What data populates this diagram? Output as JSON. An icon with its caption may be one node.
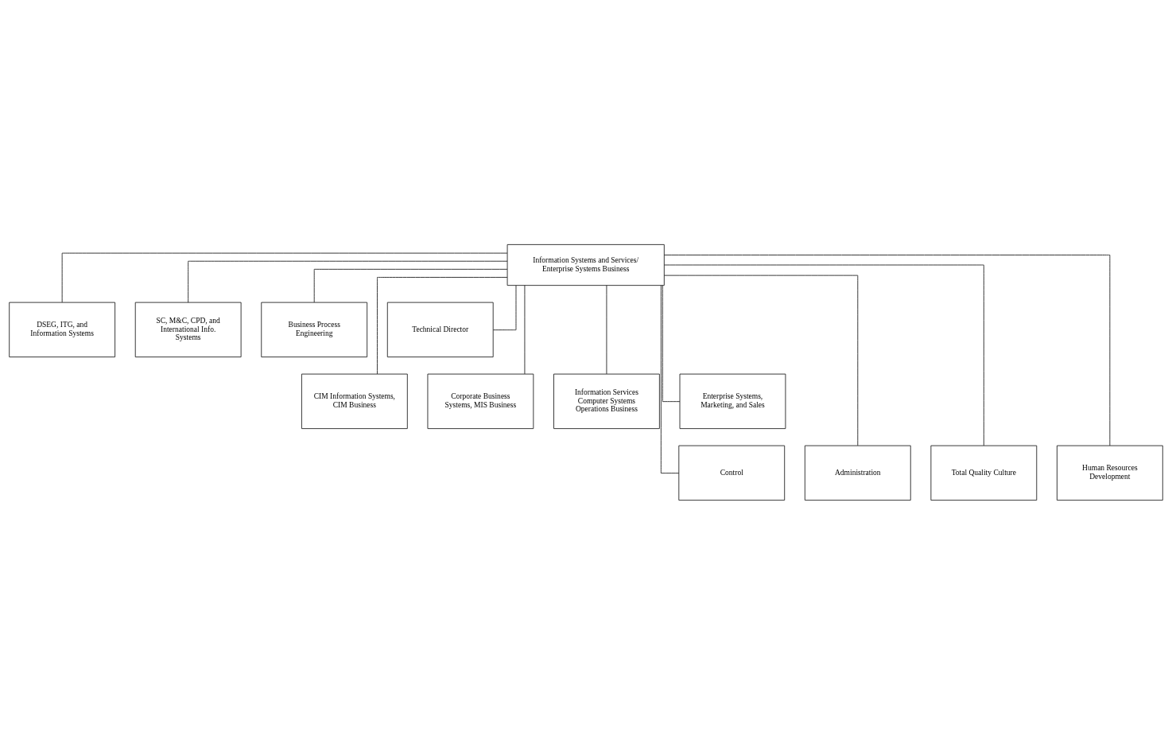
{
  "diagram": {
    "nodes": [
      {
        "text": [
          "Information Systems and Services/ Enterprise Systems Business"
        ]
      },
      {
        "text": [
          "DSEG, ITG, and Information Systems"
        ]
      },
      {
        "text": [
          "SC, M&C, CPD, and International Info. Systems"
        ]
      },
      {
        "text": [
          "Business Process Engineering"
        ]
      },
      {
        "text": [
          "Technical Director"
        ]
      },
      {
        "text": [
          "CIM Information Systems, CIM Business"
        ]
      },
      {
        "text": [
          "Corporate Business Systems, MIS Business"
        ]
      },
      {
        "text": [
          "Information Services Computer Systems Operations Business"
        ]
      },
      {
        "text": [
          "Enterprise Systems, Marketing, and Sales"
        ]
      },
      {
        "text": [
          "Control"
        ]
      },
      {
        "text": [
          "Administration"
        ]
      },
      {
        "text": [
          "Total Quality Culture"
        ]
      },
      {
        "text": [
          "Human Resources Development"
        ]
      }
    ],
    "edges": [
      {
        "from": 0,
        "to": 1,
        "arrow": "none"
      },
      {
        "from": 0,
        "to": 2,
        "arrow": "none"
      },
      {
        "from": 0,
        "to": 3,
        "arrow": "none"
      },
      {
        "from": 0,
        "to": 4,
        "arrow": "none"
      },
      {
        "from": 0,
        "to": 5,
        "arrow": "none"
      },
      {
        "from": 0,
        "to": 6,
        "arrow": "none"
      },
      {
        "from": 0,
        "to": 7,
        "arrow": "none"
      },
      {
        "from": 0,
        "to": 8,
        "arrow": "none"
      },
      {
        "from": 0,
        "to": 9,
        "arrow": "none"
      },
      {
        "from": 0,
        "to": 10,
        "arrow": "none"
      },
      {
        "from": 0,
        "to": 11,
        "arrow": "none"
      },
      {
        "from": 0,
        "to": 12,
        "arrow": "none"
      }
    ]
  }
}
